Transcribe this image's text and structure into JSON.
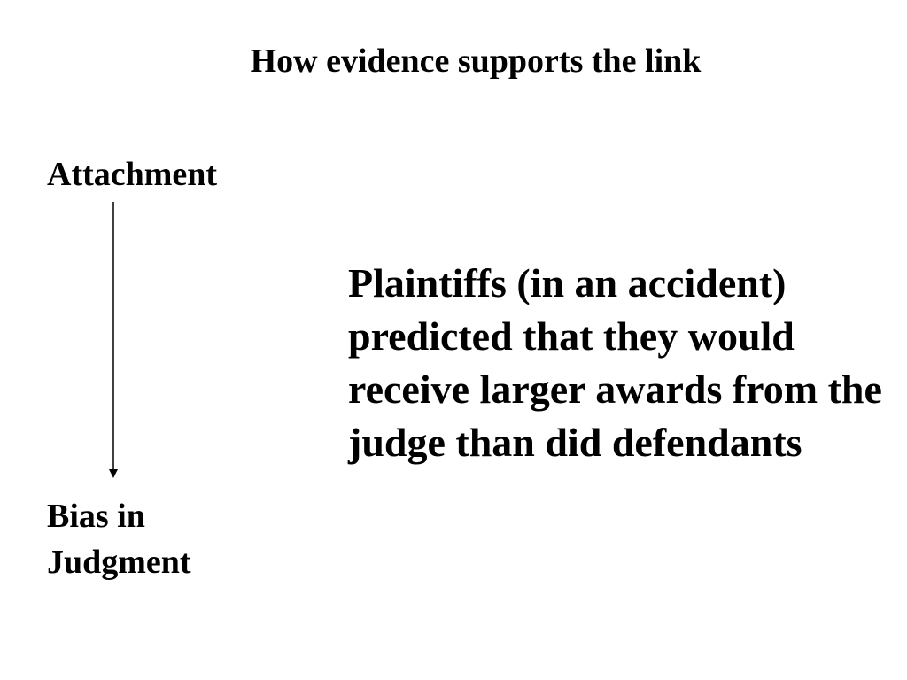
{
  "slide": {
    "title": "How evidence supports the link"
  },
  "diagram": {
    "top_node": "Attachment",
    "bottom_node": "Bias in Judgment",
    "arrow_color": "#000000"
  },
  "evidence": {
    "text": "Plaintiffs (in an accident) predicted that they would receive larger awards from the judge than did defendants"
  }
}
